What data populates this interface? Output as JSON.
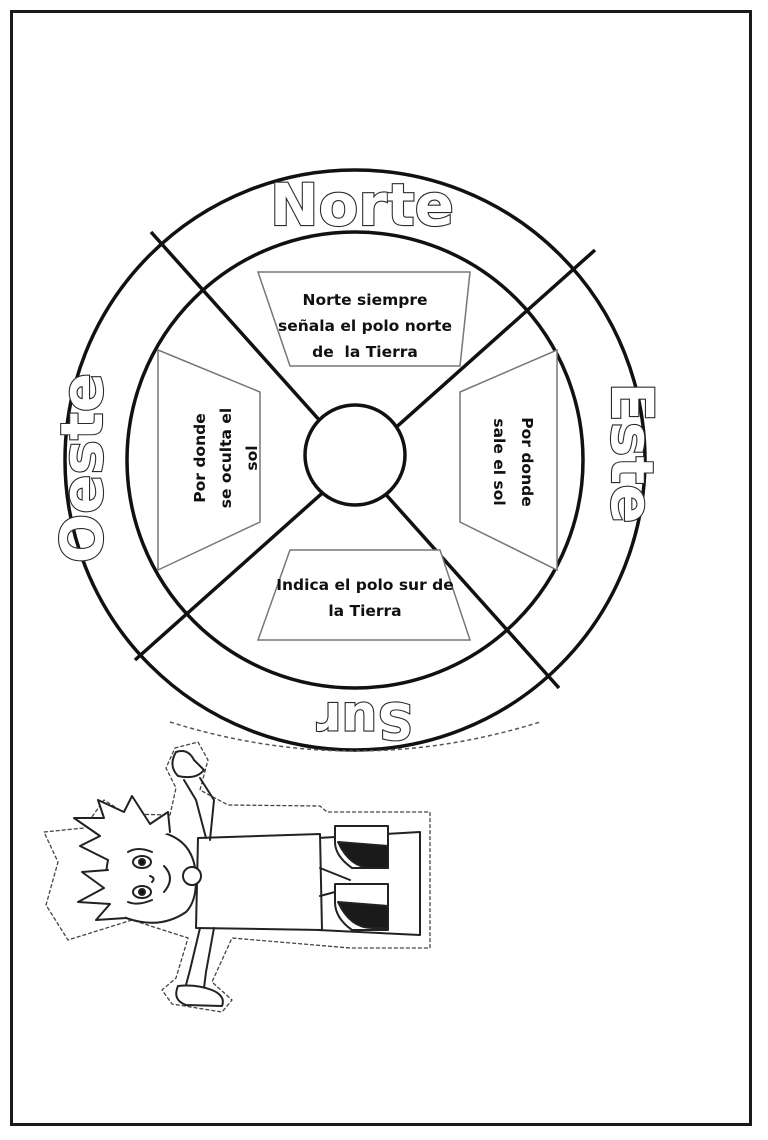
{
  "wheel": {
    "directions": {
      "north": "Norte",
      "east": "Este",
      "south": "Sur",
      "west": "Oeste"
    },
    "descriptions": {
      "north": [
        "Norte siempre",
        "señala el polo norte",
        "de  la Tierra"
      ],
      "east": [
        "Por donde",
        "sale el sol"
      ],
      "south": [
        "Indica el polo sur de",
        "la Tierra"
      ],
      "west": [
        "Por donde",
        "se oculta el",
        "sol"
      ]
    }
  },
  "figure": {
    "subject": "boy cut-out figure"
  }
}
